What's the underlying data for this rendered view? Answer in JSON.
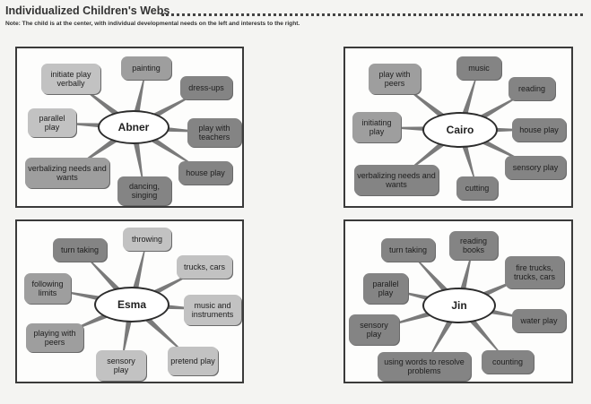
{
  "header": {
    "title": "Individualized Children's Webs",
    "note": "Note: The child is at the center, with individual developmental needs on the left and interests to the right."
  },
  "colors": {
    "light": "#c2c2c2",
    "mid": "#9e9e9e",
    "dark": "#848484",
    "spoke": "#7a7a7a"
  },
  "webs": [
    {
      "name": "Abner",
      "needs": [
        "initiate play verbally",
        "parallel play",
        "verbalizing needs and wants"
      ],
      "interests": [
        "painting",
        "dress-ups",
        "play with teachers",
        "house play",
        "dancing, singing"
      ]
    },
    {
      "name": "Cairo",
      "needs": [
        "play with peers",
        "initiating play",
        "verbalizing needs and wants"
      ],
      "interests": [
        "music",
        "reading",
        "house play",
        "sensory play",
        "cutting"
      ]
    },
    {
      "name": "Esma",
      "needs": [
        "turn taking",
        "following limits",
        "playing with peers"
      ],
      "interests": [
        "throwing",
        "trucks, cars",
        "music and instruments",
        "pretend play",
        "sensory play"
      ]
    },
    {
      "name": "Jin",
      "needs": [
        "turn taking",
        "parallel play",
        "sensory play"
      ],
      "interests": [
        "reading books",
        "fire trucks, trucks, cars",
        "water play",
        "counting",
        "using words to resolve problems"
      ]
    }
  ]
}
